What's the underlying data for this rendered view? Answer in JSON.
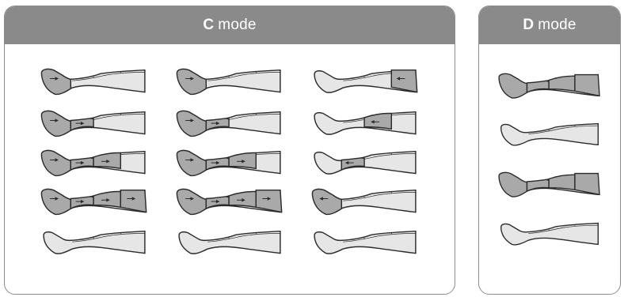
{
  "panels": {
    "c": {
      "letter": "C",
      "word": "mode"
    },
    "d": {
      "letter": "D",
      "word": "mode"
    }
  },
  "colors": {
    "header_bg": "#8a8a8a",
    "chamber": "#a9a9a9",
    "leg_fill": "#e6e6e6",
    "outline": "#2b2b2b",
    "border": "#8c8c8c"
  },
  "c_mode": {
    "columns": [
      [
        {
          "chambers": [
            1
          ],
          "arrows": [
            "right"
          ]
        },
        {
          "chambers": [
            1,
            2
          ],
          "arrows": [
            "right",
            "right"
          ]
        },
        {
          "chambers": [
            1,
            2,
            3
          ],
          "arrows": [
            "right",
            "right",
            "right"
          ]
        },
        {
          "chambers": [
            1,
            2,
            3,
            4
          ],
          "arrows": [
            "right",
            "right",
            "right",
            "right"
          ]
        },
        {
          "chambers": [],
          "arrows": []
        }
      ],
      [
        {
          "chambers": [
            1
          ],
          "arrows": [
            "right"
          ]
        },
        {
          "chambers": [
            1,
            2
          ],
          "arrows": [
            "right",
            "right"
          ]
        },
        {
          "chambers": [
            1,
            2,
            3
          ],
          "arrows": [
            "right",
            "right",
            "right"
          ]
        },
        {
          "chambers": [
            1,
            2,
            3,
            4
          ],
          "arrows": [
            "right",
            "right",
            "right",
            "right"
          ]
        },
        {
          "chambers": [],
          "arrows": []
        }
      ],
      [
        {
          "chambers": [
            4
          ],
          "arrows": [
            "left"
          ]
        },
        {
          "chambers": [
            3
          ],
          "arrows": [
            "left"
          ]
        },
        {
          "chambers": [
            2
          ],
          "arrows": [
            "left"
          ]
        },
        {
          "chambers": [
            1
          ],
          "arrows": [
            "left"
          ]
        },
        {
          "chambers": [],
          "arrows": []
        }
      ]
    ]
  },
  "d_mode": {
    "rows": [
      {
        "chambers": [
          1,
          2,
          3,
          4
        ]
      },
      {
        "chambers": []
      },
      {
        "chambers": [
          1,
          2,
          3,
          4
        ]
      },
      {
        "chambers": []
      }
    ]
  }
}
